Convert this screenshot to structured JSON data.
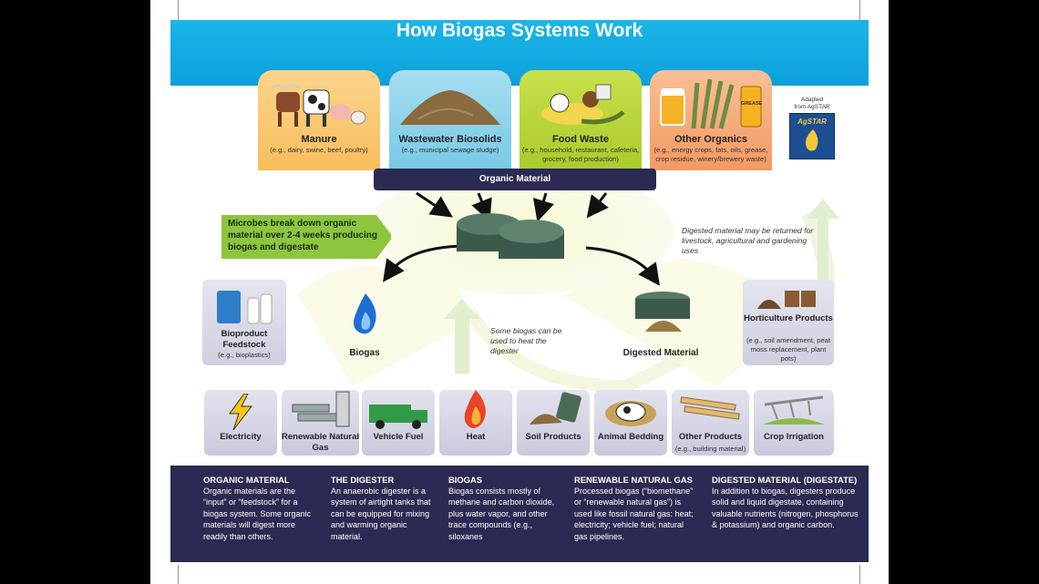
{
  "title": "How Biogas Systems Work",
  "sources": [
    {
      "title": "Manure",
      "sub": "(e.g., dairy, swine, beef, poultry)"
    },
    {
      "title": "Wastewater Biosolids",
      "sub": "(e.g., municipal sewage sludge)"
    },
    {
      "title": "Food Waste",
      "sub": "(e.g., household, restaurant, cafeteria, grocery, food production)"
    },
    {
      "title": "Other Organics",
      "sub": "(e.g., energy crops, fats, oils, grease, crop residue, winery/brewery waste)"
    }
  ],
  "grease_label": "GREASE",
  "attribution": {
    "line1": "Adapted",
    "line2": "from AgSTAR",
    "logo": "AgSTAR"
  },
  "organic_bar": "Organic Material",
  "microbes_note": "Microbes break down organic material over 2-4 weeks producing biogas and digestate",
  "returned_note": "Digested material may be returned for livestock, agricultural and gardening uses",
  "heat_note": "Some biogas can be used to heat the digester",
  "biogas_label": "Biogas",
  "digested_label": "Digested Material",
  "bioproduct": {
    "title": "Bioproduct Feedstock",
    "sub": "(e.g., bioplastics)"
  },
  "horticulture": {
    "title": "Horticulture Products",
    "sub": "(e.g., soil amendment, peat moss replacement, plant pots)"
  },
  "tiles": [
    {
      "label": "Electricity",
      "sub": ""
    },
    {
      "label": "Renewable Natural Gas",
      "sub": ""
    },
    {
      "label": "Vehicle Fuel",
      "sub": ""
    },
    {
      "label": "Heat",
      "sub": ""
    },
    {
      "label": "Soil Products",
      "sub": ""
    },
    {
      "label": "Animal Bedding",
      "sub": ""
    },
    {
      "label": "Other Products",
      "sub": "(e.g., building material)"
    },
    {
      "label": "Crop Irrigation",
      "sub": ""
    }
  ],
  "footer": [
    {
      "head": "ORGANIC MATERIAL",
      "body": "Organic materials are the “input” or “feedstock” for a biogas system. Some organic materials will digest more readily than others."
    },
    {
      "head": "THE DIGESTER",
      "body": "An anaerobic digester is a system of airtight tanks that can be equipped for mixing and warming organic material."
    },
    {
      "head": "BIOGAS",
      "body": "Biogas consists mostly of methane and carbon dioxide, plus water vapor, and other trace compounds (e.g., siloxanes"
    },
    {
      "head": "RENEWABLE NATURAL GAS",
      "body": "Processed biogas (“biomethane” or “renewable natural gas”) is used like fossil natural gas: heat; electricity; vehicle fuel; natural gas pipelines."
    },
    {
      "head": "DIGESTED MATERIAL (DIGESTATE)",
      "body": "In addition to biogas, digesters produce solid and liquid digestate, containing valuable nutrients (nitrogen, phosphorus & potassium) and organic carbon."
    }
  ],
  "colors": {
    "header": "#12aee3",
    "navy": "#2a2a52",
    "green": "#8cc63f",
    "manure": "#f9c46b",
    "wastewater": "#8ad3ea",
    "food": "#b5d33a",
    "other": "#f4a979"
  }
}
